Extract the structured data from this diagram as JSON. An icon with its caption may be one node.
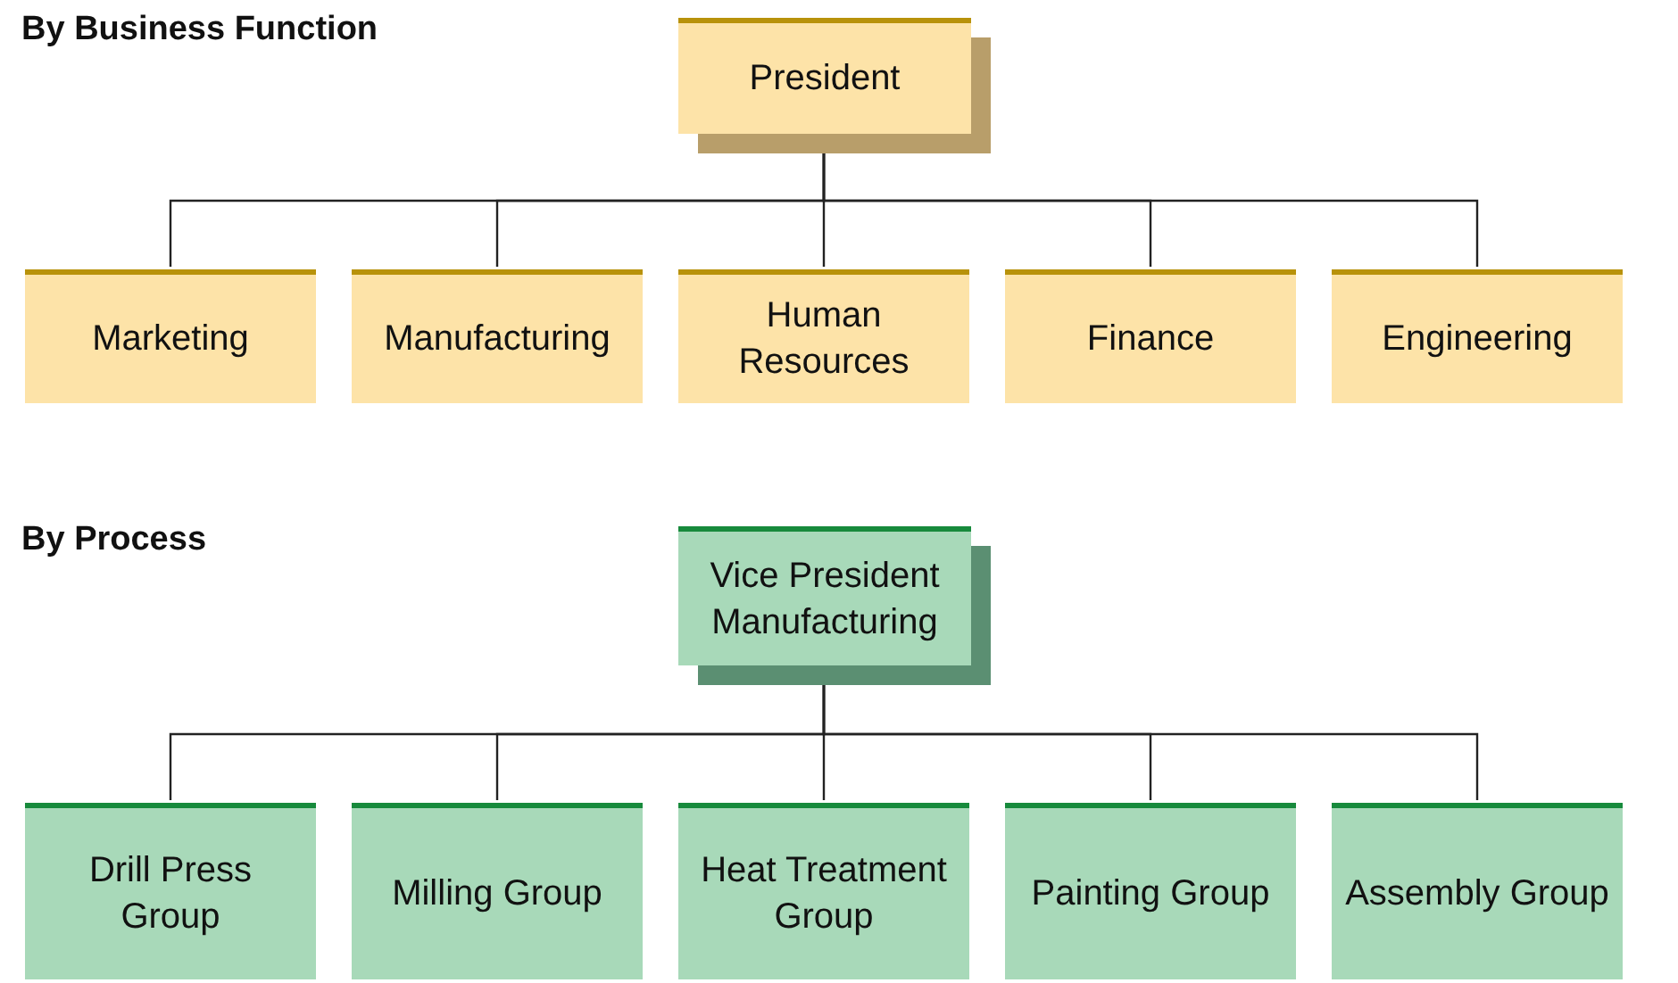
{
  "diagram": {
    "nodes": [
      {
        "text": [
          "President"
        ]
      },
      {
        "text": [
          "Marketing"
        ]
      },
      {
        "text": [
          "Manufacturing"
        ]
      },
      {
        "text": [
          "Human Resources"
        ]
      },
      {
        "text": [
          "Finance"
        ]
      },
      {
        "text": [
          "Engineering"
        ]
      },
      {
        "text": [
          "Vice President Manufacturing"
        ]
      },
      {
        "text": [
          "Drill Press Group"
        ]
      },
      {
        "text": [
          "Milling Group"
        ]
      },
      {
        "text": [
          "Heat Treatment Group"
        ]
      },
      {
        "text": [
          "Painting Group"
        ]
      },
      {
        "text": [
          "Assembly Group"
        ]
      }
    ],
    "edges": [
      {
        "from": 0,
        "to": 1,
        "arrow": "none"
      },
      {
        "from": 0,
        "to": 2,
        "arrow": "none"
      },
      {
        "from": 0,
        "to": 3,
        "arrow": "none"
      },
      {
        "from": 0,
        "to": 4,
        "arrow": "none"
      },
      {
        "from": 0,
        "to": 5,
        "arrow": "none"
      },
      {
        "from": 6,
        "to": 7,
        "arrow": "none"
      },
      {
        "from": 6,
        "to": 8,
        "arrow": "none"
      },
      {
        "from": 6,
        "to": 9,
        "arrow": "none"
      },
      {
        "from": 6,
        "to": 10,
        "arrow": "none"
      },
      {
        "from": 6,
        "to": 11,
        "arrow": "none"
      }
    ],
    "labels": [
      "By Business Function",
      "By Process"
    ]
  }
}
